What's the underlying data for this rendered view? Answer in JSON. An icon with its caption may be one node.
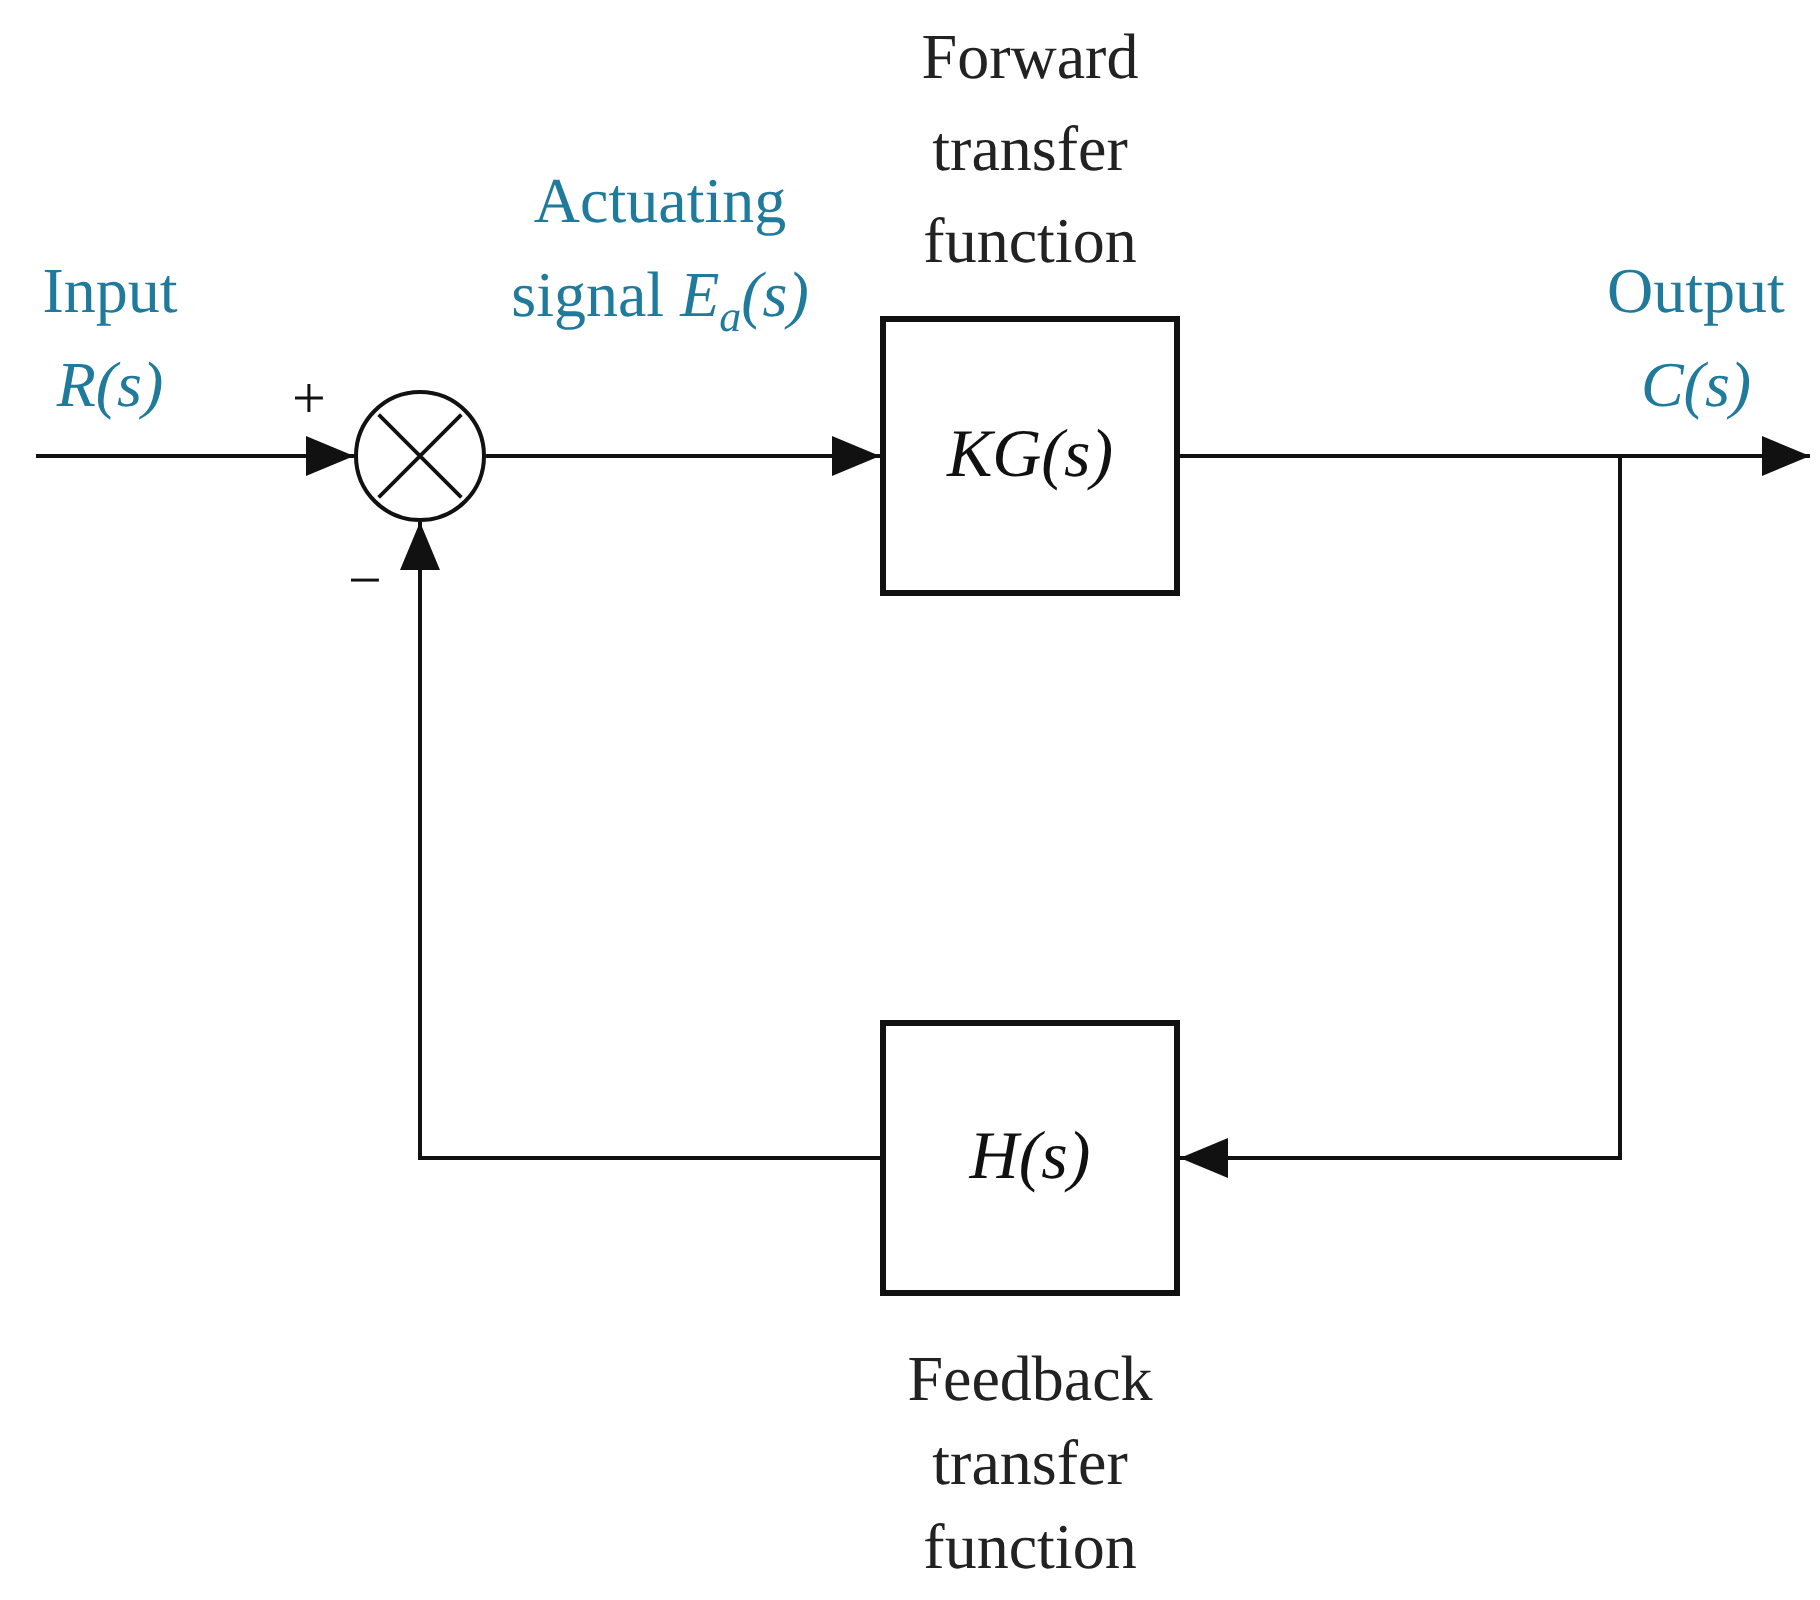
{
  "diagram": {
    "nodes": [
      {
        "text": [],
        "shape": "circle",
        "beside": [
          "+",
          "−"
        ]
      },
      {
        "text": [
          "KG(s)"
        ],
        "beside": [
          "Forward transfer function"
        ]
      },
      {
        "text": [
          "H(s)"
        ],
        "beside": [
          "Feedback transfer function"
        ]
      }
    ],
    "edges": [
      {
        "from": null,
        "to": 0,
        "arrow": "to",
        "label": "Input *R(s)*"
      },
      {
        "from": 0,
        "to": 1,
        "arrow": "to",
        "label": "Actuating signal *E*$_{a}$*(s)*"
      },
      {
        "from": 1,
        "to": null,
        "arrow": "to",
        "label": "Output *C(s)*"
      },
      {
        "from": 1,
        "to": 2,
        "arrow": "to"
      },
      {
        "from": 2,
        "to": 0,
        "arrow": "to"
      }
    ]
  }
}
